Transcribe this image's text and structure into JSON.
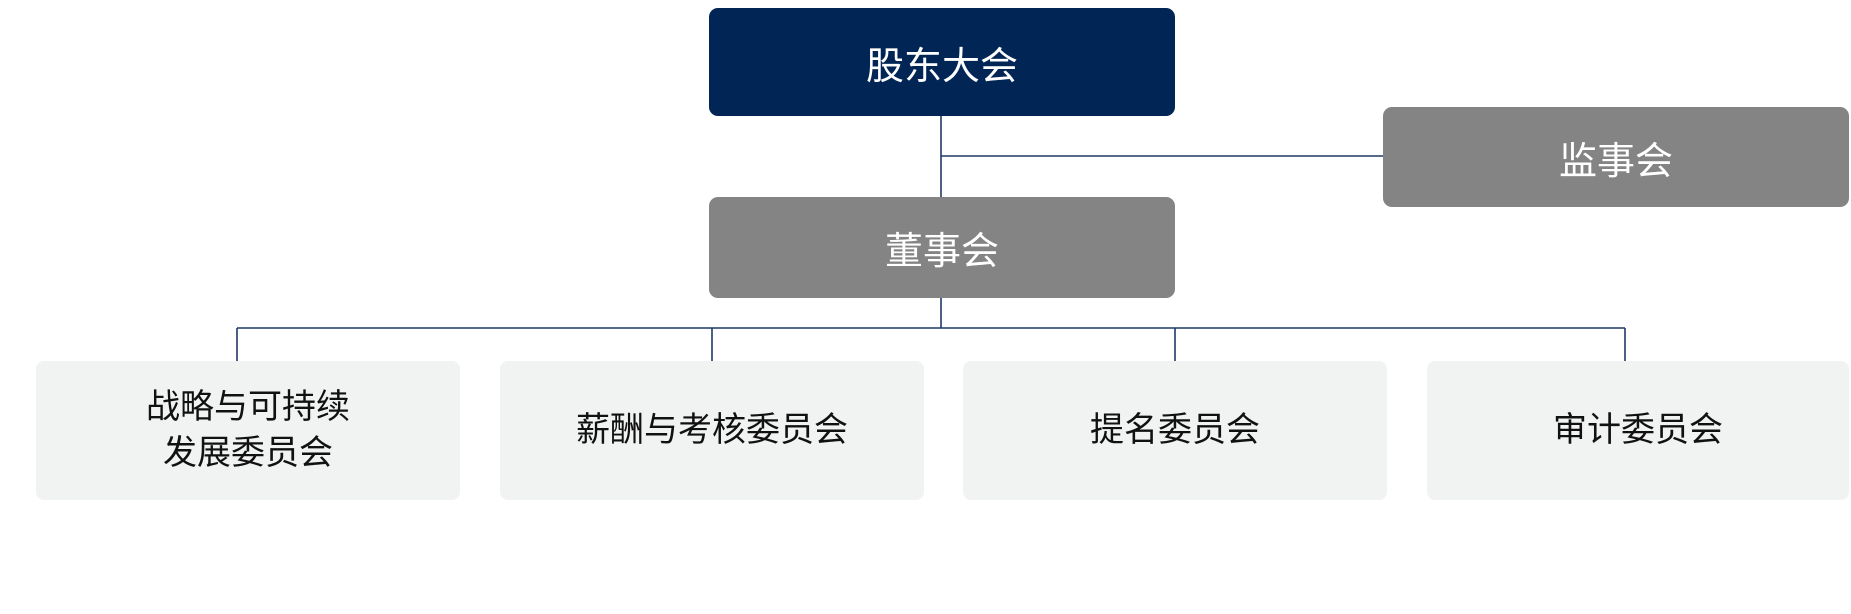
{
  "diagram": {
    "shareholders_meeting": "股东大会",
    "supervisory_board": "监事会",
    "board_of_directors": "董事会",
    "committees": [
      "战略与可持续\n发展委员会",
      "薪酬与考核委员会",
      "提名委员会",
      "审计委员会"
    ]
  },
  "colors": {
    "primary": "#012555",
    "gray": "#848484",
    "light": "#f1f2f2",
    "line": "#1e3a66"
  }
}
